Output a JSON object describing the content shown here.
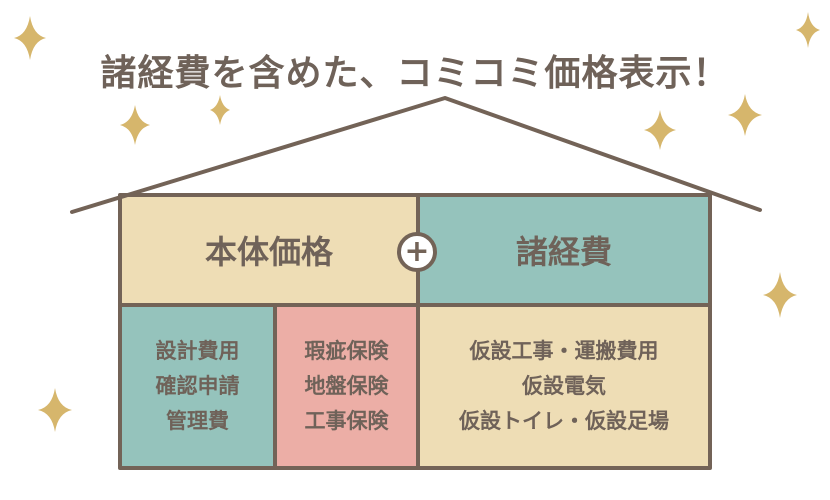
{
  "title": "諸経費を含めた、コミコミ価格表示！",
  "top_row": {
    "main_price": "本体価格",
    "plus_symbol": "+",
    "overhead": "諸経費"
  },
  "bottom_row": {
    "design_costs": [
      "設計費用",
      "確認申請",
      "管理費"
    ],
    "insurance": [
      "瑕疵保険",
      "地盤保険",
      "工事保険"
    ],
    "temporary_works": [
      "仮設工事・運搬費用",
      "仮設電気",
      "仮設トイレ・仮設足場"
    ]
  },
  "colors": {
    "beige": "#EEDDB5",
    "teal": "#95C3BC",
    "pink": "#ECAEA6",
    "outline": "#736357",
    "sparkle": "#D6B66C"
  }
}
